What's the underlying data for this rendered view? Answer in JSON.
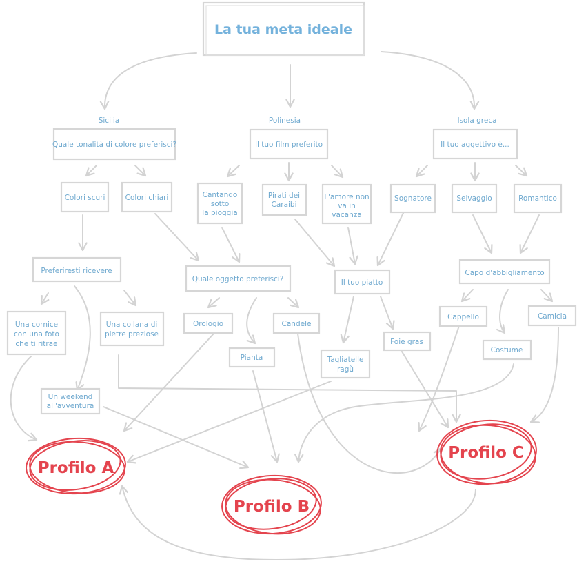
{
  "title": "La tua meta ideale",
  "destinations": {
    "sicilia": "Sicilia",
    "polinesia": "Polinesia",
    "isola_greca": "Isola greca"
  },
  "questions": {
    "colore": "Quale tonalità di colore preferisci?",
    "film": "Il tuo film preferito",
    "aggettivo": "Il tuo aggettivo è...",
    "ricevere": "Preferiresti ricevere",
    "oggetto": "Quale oggetto preferisci?",
    "piatto": "Il tuo piatto",
    "abbigliamento": "Capo d'abbigliamento"
  },
  "options": {
    "colori_scuri": "Colori scuri",
    "colori_chiari": "Colori chiari",
    "cantando": [
      "Cantando",
      "sotto",
      "la pioggia"
    ],
    "pirati": [
      "Pirati dei",
      "Caraibi"
    ],
    "amore": [
      "L'amore non",
      "va in",
      "vacanza"
    ],
    "sognatore": "Sognatore",
    "selvaggio": "Selvaggio",
    "romantico": "Romantico",
    "cornice": [
      "Una cornice",
      "con una foto",
      "che ti ritrae"
    ],
    "collana": [
      "Una collana di",
      "pietre preziose"
    ],
    "weekend": [
      "Un weekend",
      "all'avventura"
    ],
    "orologio": "Orologio",
    "pianta": "Pianta",
    "candele": "Candele",
    "tagliatelle": [
      "Tagliatelle",
      "ragù"
    ],
    "foie_gras": "Foie gras",
    "cappello": "Cappello",
    "costume": "Costume",
    "camicia": "Camicia"
  },
  "profiles": {
    "a": "Profilo A",
    "b": "Profilo B",
    "c": "Profilo C"
  },
  "colors": {
    "box_text": "#6fa9cf",
    "title_text": "#74b2dc",
    "profile": "#e4444e",
    "lines": "#d3d3d3"
  }
}
